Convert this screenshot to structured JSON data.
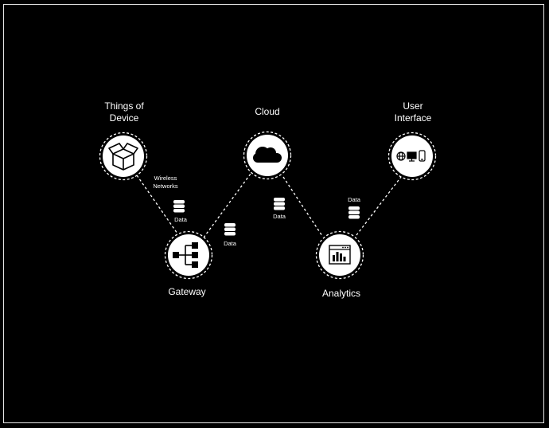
{
  "nodes": {
    "things": {
      "title_line1": "Things of",
      "title_line2": "Device",
      "icon": "open-box-icon"
    },
    "cloud": {
      "title": "Cloud",
      "icon": "cloud-icon"
    },
    "user_interface": {
      "title_line1": "User",
      "title_line2": "Interface",
      "icon": "devices-icon"
    },
    "gateway": {
      "title": "Gateway",
      "icon": "network-hierarchy-icon"
    },
    "analytics": {
      "title": "Analytics",
      "icon": "analytics-window-icon"
    }
  },
  "labels": {
    "wireless_line1": "Wireless",
    "wireless_line2": "Networks",
    "data_1": "Data",
    "data_2": "Data",
    "data_3": "Data",
    "data_4": "Data"
  },
  "colors": {
    "background": "#000000",
    "foreground": "#ffffff"
  }
}
